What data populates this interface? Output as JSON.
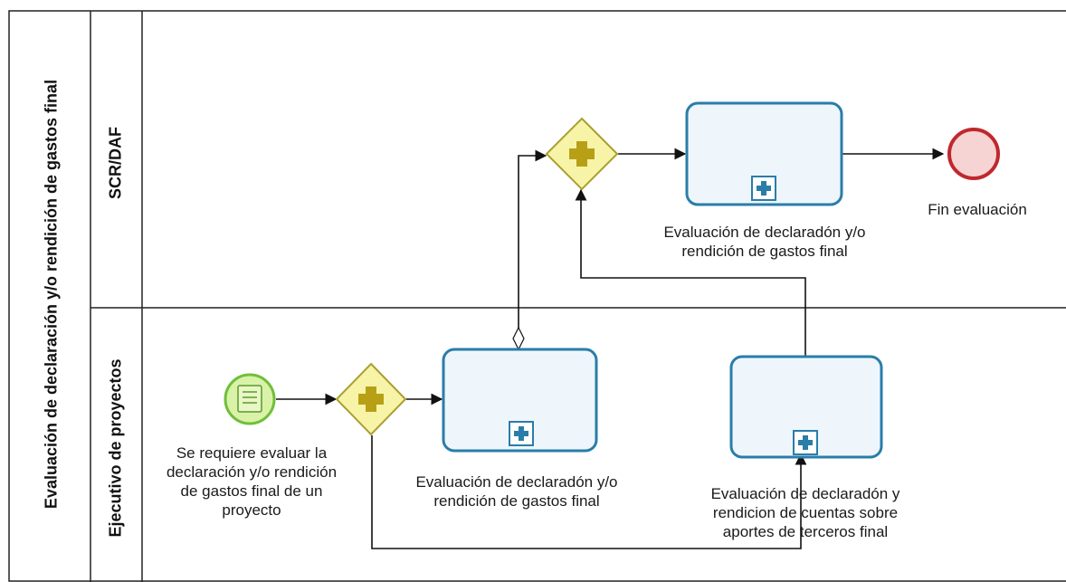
{
  "pool": {
    "title": "Evaluación de declaración y/o rendición de gastos final"
  },
  "lanes": [
    {
      "id": "lane-top",
      "title": "SCR/DAF"
    },
    {
      "id": "lane-bottom",
      "title": "Ejecutivo de proyectos"
    }
  ],
  "events": {
    "start": {
      "label": "Se requiere evaluar la declaración y/o rendición de gastos final de un proyecto",
      "type": "message-start-event"
    },
    "end": {
      "label": "Fin evaluación",
      "type": "end-event"
    }
  },
  "gateways": [
    {
      "id": "gw-parallel-1",
      "type": "parallel"
    },
    {
      "id": "gw-parallel-2",
      "type": "parallel"
    }
  ],
  "tasks": {
    "task_exec_eval": {
      "label": "Evaluación de declaradón y/o rendición de gastos final",
      "marker": "subprocess-plus"
    },
    "task_exec_terceros": {
      "label": "Evaluación de declaradón y rendicion de cuentas sobre aportes de terceros final",
      "marker": "subprocess-plus"
    },
    "task_scr_eval": {
      "label": "Evaluación de declaradón y/o rendición de gastos final",
      "marker": "subprocess-plus"
    }
  },
  "colors": {
    "task_stroke": "#2a7da8",
    "task_fill": "#eef6fc",
    "gateway_fill": "#f7f4a8",
    "gateway_stroke": "#a8a032",
    "gateway_plus": "#b8a016",
    "start_fill": "#d9f2a8",
    "start_stroke": "#6fbf3a",
    "end_fill": "#f6d4d4",
    "end_stroke": "#c0282e"
  }
}
